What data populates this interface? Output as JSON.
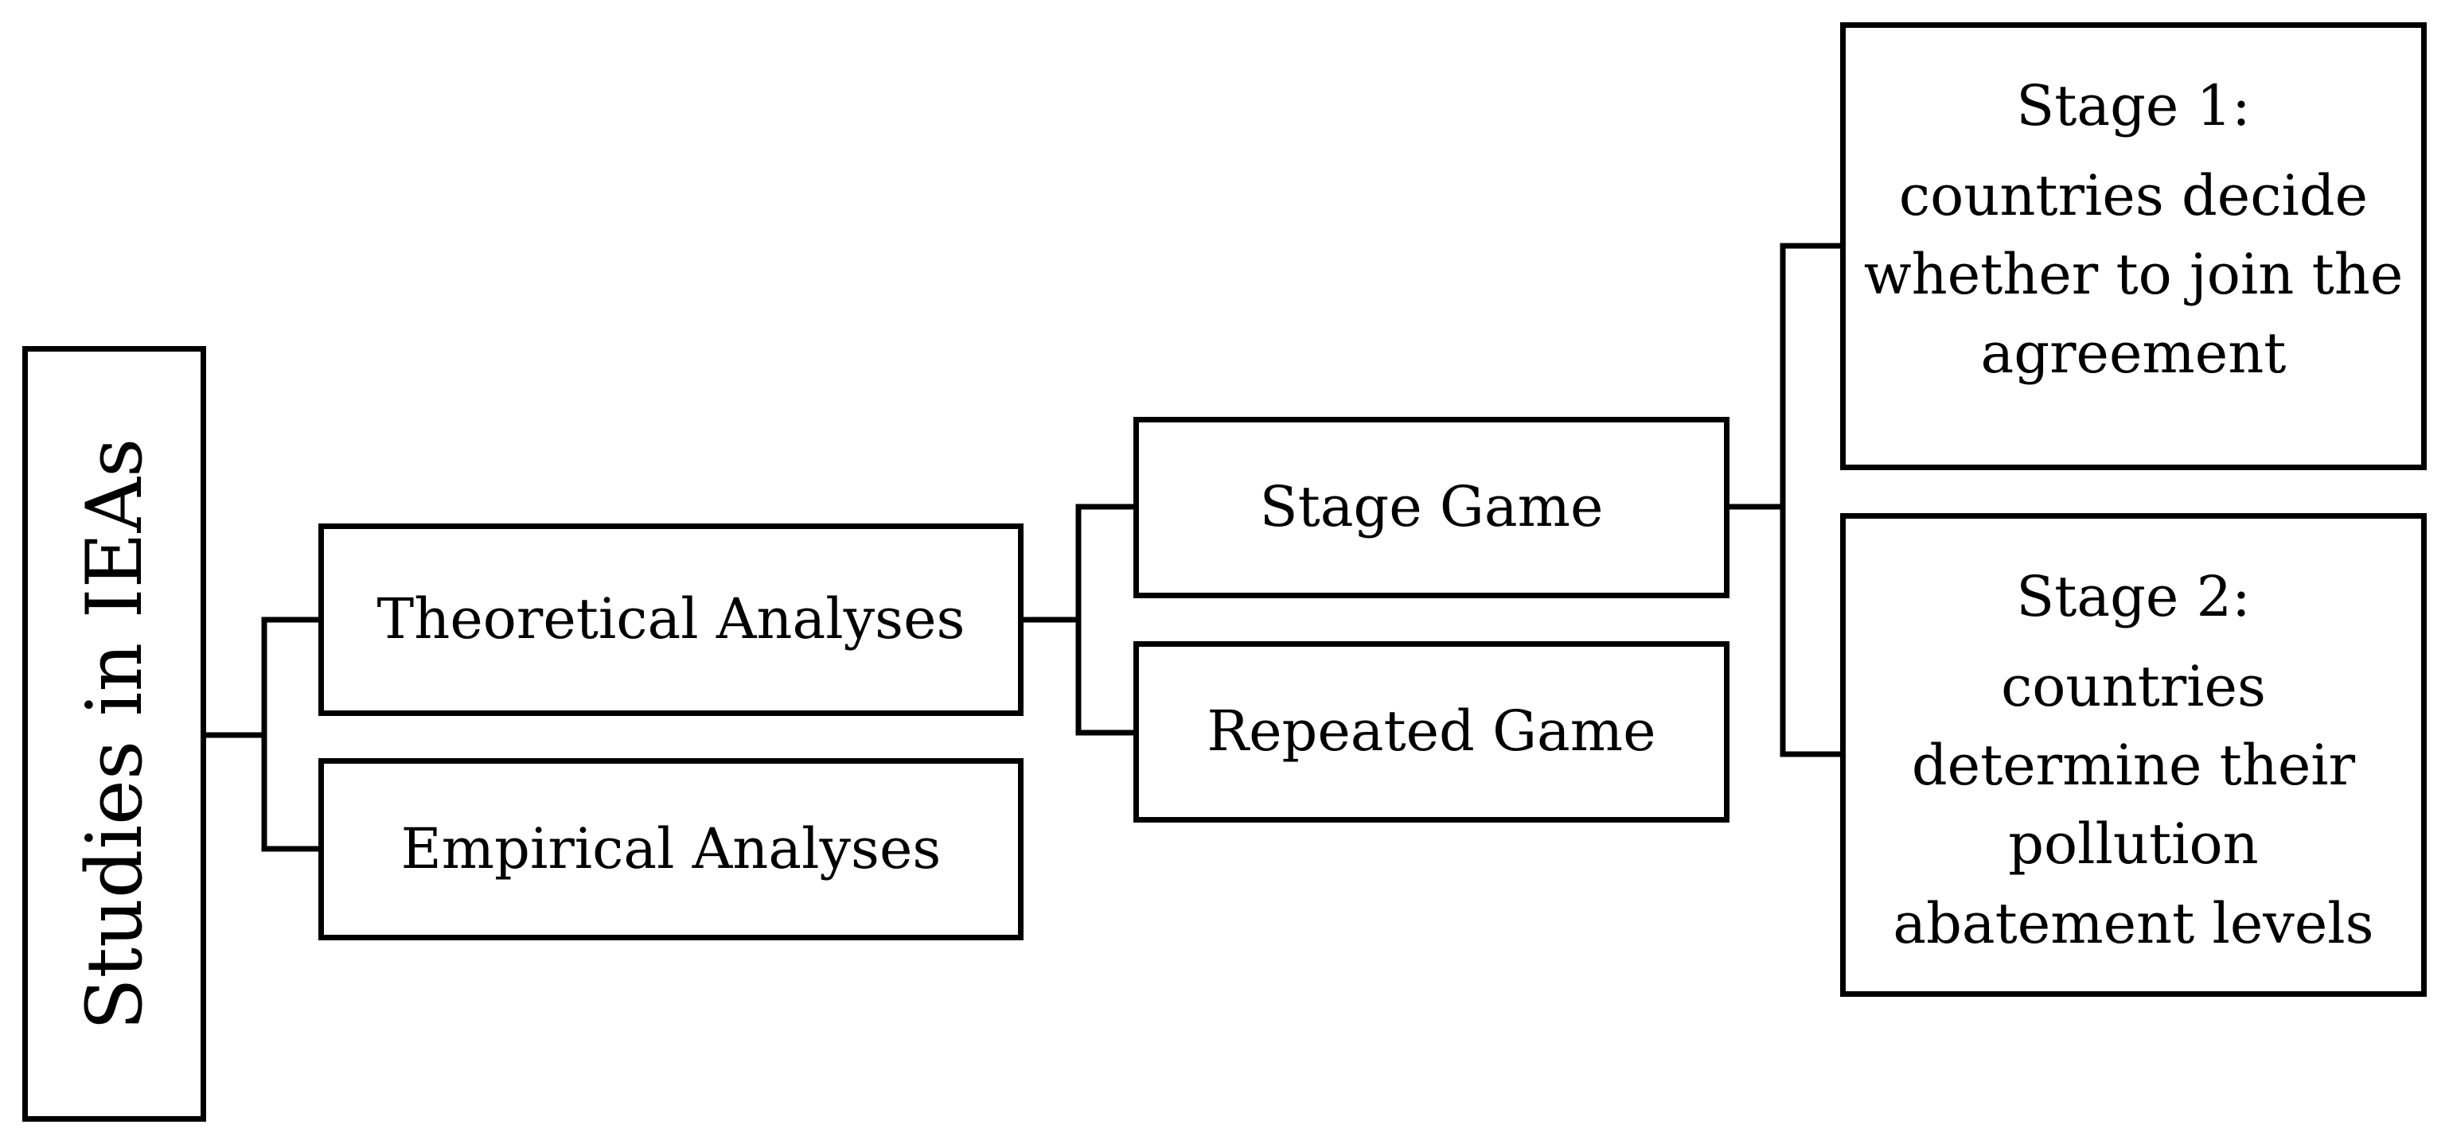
{
  "diagram": {
    "root": {
      "label": "Studies in IEAs"
    },
    "level1": {
      "theoretical": "Theoretical Analyses",
      "empirical": "Empirical Analyses"
    },
    "level2": {
      "stage_game": "Stage Game",
      "repeated_game": "Repeated Game"
    },
    "level3": {
      "stage1": {
        "title": "Stage 1:",
        "lines": [
          "countries decide",
          "whether to join the",
          "agreement"
        ]
      },
      "stage2": {
        "title": "Stage 2:",
        "lines": [
          "countries",
          "determine their",
          "pollution",
          "abatement levels"
        ]
      }
    }
  }
}
